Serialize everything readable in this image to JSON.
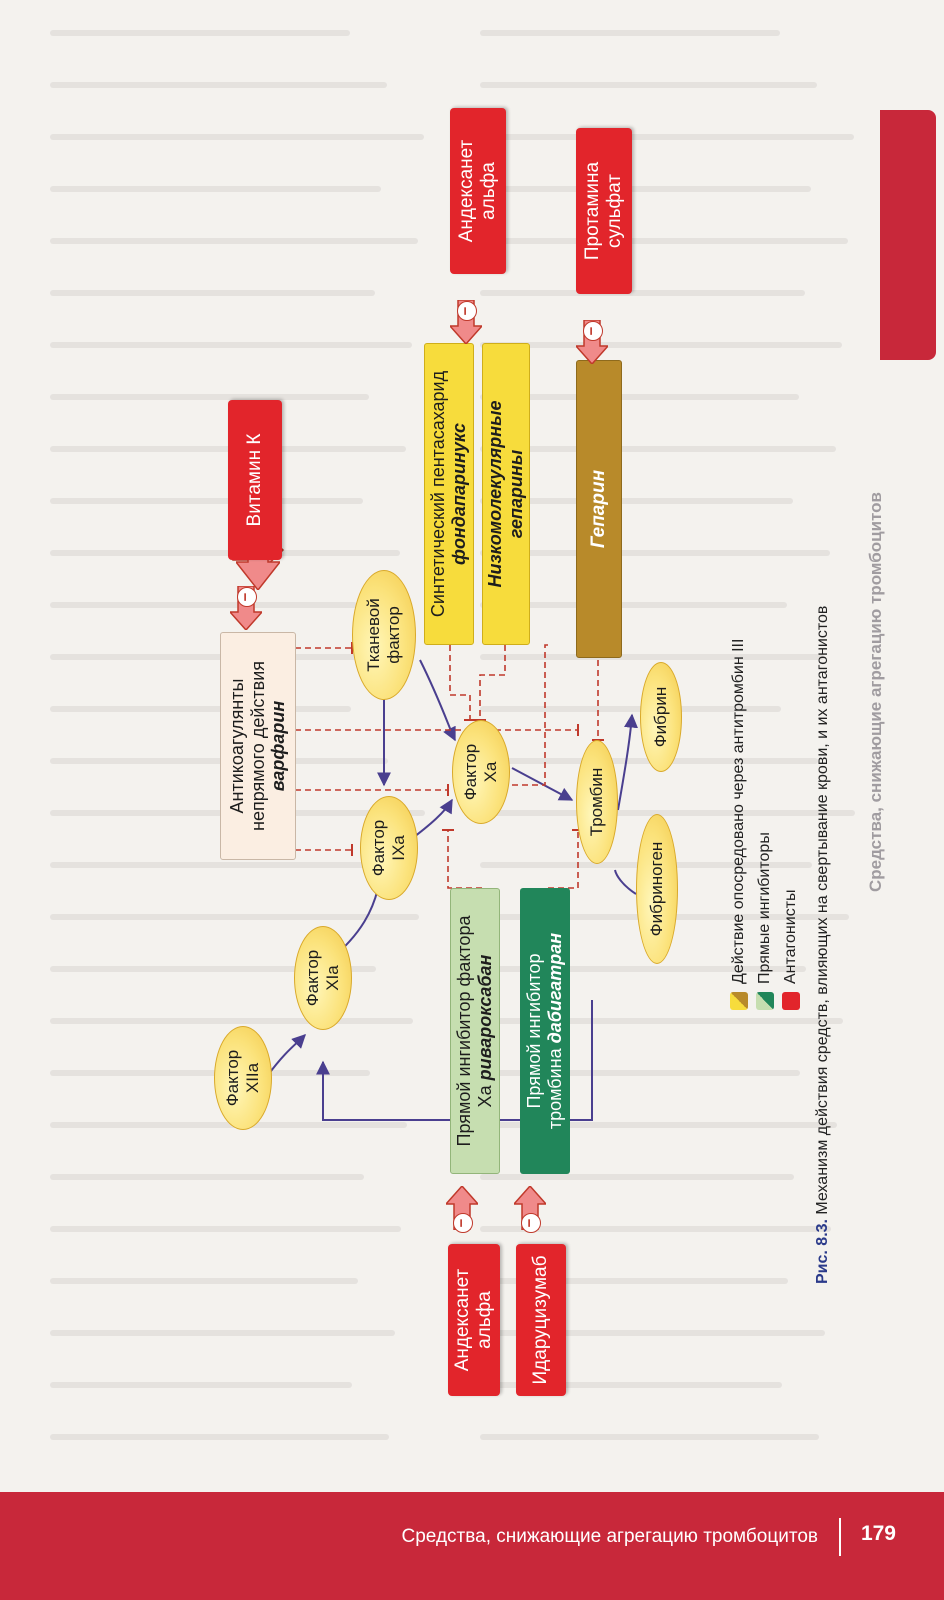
{
  "nodes": {
    "factor_xiia": "Фактор\nXIIa",
    "factor_xia": "Фактор\nXIa",
    "factor_ixa": "Фактор\nIXa",
    "tissue_factor": "Тканевой\nфактор",
    "factor_xa": "Фактор\nXa",
    "thrombin": "Тромбин",
    "fibrinogen": "Фибриноген",
    "fibrin": "Фибрин",
    "vitamin_k": "Витамин К"
  },
  "boxes": {
    "indirect_line1": "Антикоагулянты",
    "indirect_line2": "непрямого действия",
    "indirect_drug": "варфарин",
    "xa_inhibitor_line1": "Прямой ингибитор фактора",
    "xa_inhibitor_line2": "Xa",
    "xa_inhibitor_drug": "ривароксабан",
    "thrombin_inhibitor_line1": "Прямой ингибитор",
    "thrombin_inhibitor_line2": "тромбина",
    "thrombin_inhibitor_drug": "дабигатран",
    "pentasaccharide_line1": "Синтетический пентасахарид",
    "pentasaccharide_drug": "фондапаринукс",
    "lmwh_line1": "Низкомолекулярные",
    "lmwh_line2": "гепарины",
    "heparin": "Гепарин"
  },
  "antagonists": {
    "andexanet_top": "Андексанет\nальфа",
    "protamine": "Протамина\nсульфат",
    "andexanet_bottom": "Андексанет\nальфа",
    "idarucizumab": "Идаруцизумаб"
  },
  "inhibition_symbol": "−",
  "legend": [
    {
      "label": "Действие опосредовано через антитромбин III",
      "colors": [
        "#f7dc3c",
        "#b88a2a"
      ]
    },
    {
      "label": "Прямые ингибиторы",
      "colors": [
        "#c6deb0",
        "#21865a"
      ]
    },
    {
      "label": "Антагонисты",
      "colors": [
        "#e2252b",
        "#e2252b"
      ]
    }
  ],
  "caption": {
    "prefix": "Рис. 8.3.",
    "text": "Механизм действия средств, влияющих на свертывание крови, и их антагонистов"
  },
  "running_header": "Средства, снижающие агрегацию тромбоцитов",
  "footer": {
    "section": "Средства, снижающие агрегацию тромбоцитов",
    "page_number": "179"
  },
  "colors": {
    "antagonist": "#e2252b",
    "footer_band": "#c8283a",
    "arrow": "#4a3f8f",
    "inhibit_line": "#c0392b",
    "antithrombin": "#f7dc3c",
    "heparin": "#b88a2a",
    "direct_light": "#c6deb0",
    "direct_dark": "#21865a"
  }
}
